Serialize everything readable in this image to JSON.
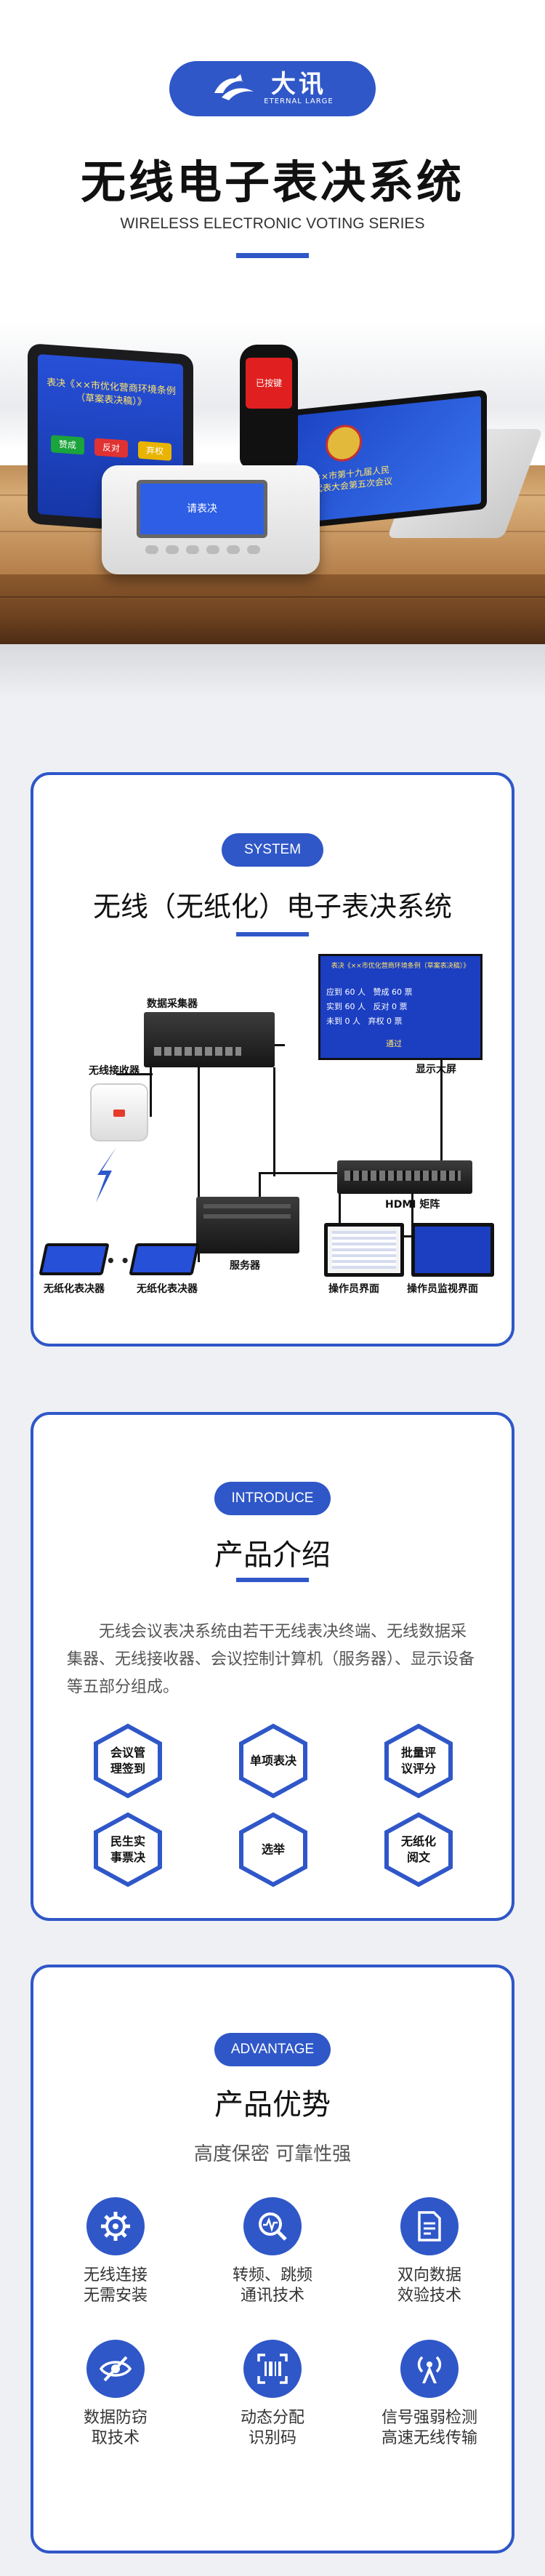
{
  "brand": {
    "name_cn": "大讯",
    "name_en": "ETERNAL LARGE",
    "color": "#2f57c8"
  },
  "hero": {
    "title": "无线电子表决系统",
    "subtitle": "WIRELESS ELECTRONIC VOTING SERIES",
    "tablet_screen_text": "表决《××市优化营商环境条例（草案表决稿）》",
    "tablet_buttons": [
      "赞成",
      "反对",
      "弃权"
    ],
    "console_screen_text": "请表决",
    "handheld_screen_text": "已按键",
    "monitor_screen_text": "××市第十九届人民代表大会第五次会议"
  },
  "system": {
    "badge": "SYSTEM",
    "title": "无线（无纸化）电子表决系统",
    "diagram_labels": {
      "collector": "数据采集器",
      "big_screen": "显示大屏",
      "receiver": "无线接收器",
      "hdmi": "HDMI 矩阵",
      "server": "服务器",
      "terminal_1": "无纸化表决器",
      "terminal_2": "无纸化表决器",
      "operator_ui": "操作员界面",
      "monitor_ui": "操作员监视界面"
    },
    "big_screen_content": {
      "title": "表决《××市优化营商环境条例（草案表决稿）》",
      "rows": [
        {
          "label": "应到",
          "value": "60 人",
          "label2": "赞成",
          "value2": "60 票"
        },
        {
          "label": "实到",
          "value": "60 人",
          "label2": "反对",
          "value2": "0 票"
        },
        {
          "label": "未到",
          "value": "0 人",
          "label2": "弃权",
          "value2": "0 票"
        }
      ],
      "result": "通过"
    }
  },
  "introduce": {
    "badge": "INTRODUCE",
    "title": "产品介绍",
    "text": "无线会议表决系统由若干无线表决终端、无线数据采集器、无线接收器、会议控制计算机（服务器）、显示设备等五部分组成。",
    "features": [
      "会议管理签到",
      "单项表决",
      "批量评议评分",
      "民生实事票决",
      "选举",
      "无纸化阅文"
    ]
  },
  "advantage": {
    "badge": "ADVANTAGE",
    "title": "产品优势",
    "subtitle": "高度保密  可靠性强",
    "items": [
      {
        "icon": "gear-icon",
        "label": "无线连接\n无需安装"
      },
      {
        "icon": "signal-search-icon",
        "label": "转频、跳频\n通讯技术"
      },
      {
        "icon": "document-check-icon",
        "label": "双向数据\n效验技术"
      },
      {
        "icon": "eye-off-icon",
        "label": "数据防窃\n取技术"
      },
      {
        "icon": "barcode-scan-icon",
        "label": "动态分配\n识别码"
      },
      {
        "icon": "antenna-icon",
        "label": "信号强弱检测\n高速无线传输"
      }
    ]
  }
}
